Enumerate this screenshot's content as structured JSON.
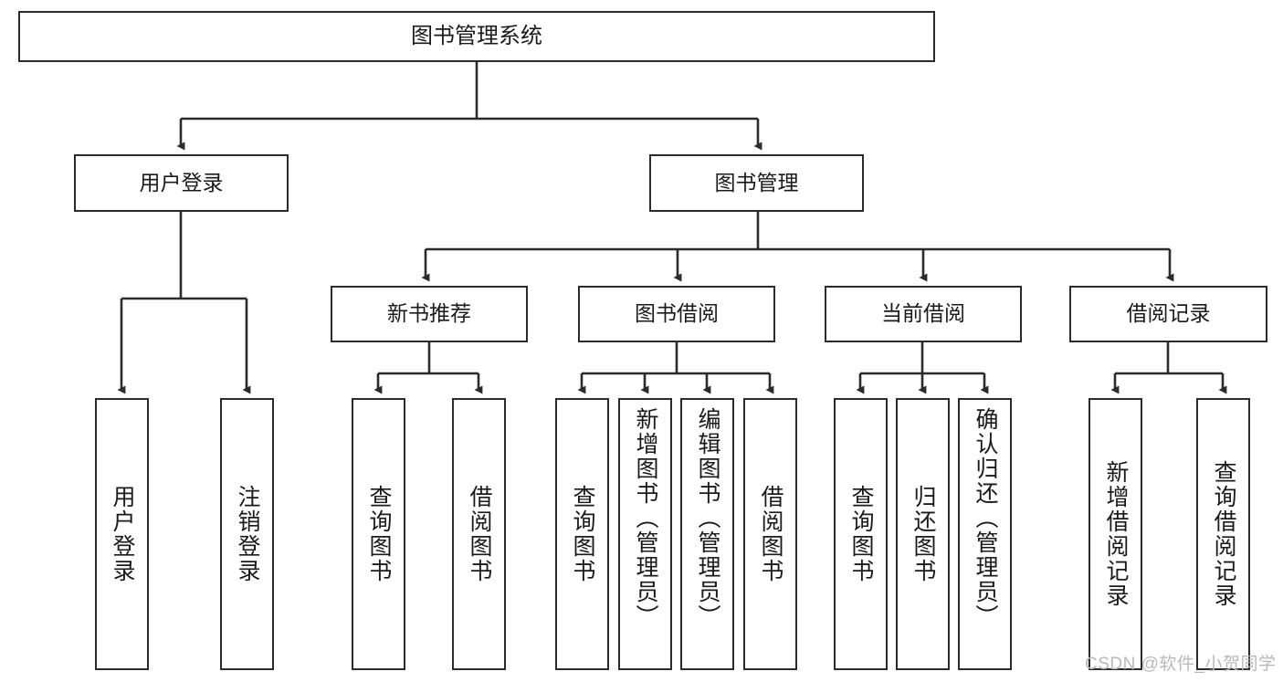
{
  "diagram": {
    "title": "图书管理系统",
    "type": "tree",
    "watermark": "CSDN @软件_小贺同学",
    "colors": {
      "box_border": "#2b2b2b",
      "connector": "#2b2b2b",
      "background": "#ffffff",
      "text": "#1a1a1a",
      "watermark": "#b9b9b9"
    },
    "nodes": {
      "root": {
        "label": "图书管理系统"
      },
      "level2": [
        {
          "label": "用户登录"
        },
        {
          "label": "图书管理"
        }
      ],
      "level3": [
        {
          "label": "新书推荐"
        },
        {
          "label": "图书借阅"
        },
        {
          "label": "当前借阅"
        },
        {
          "label": "借阅记录"
        }
      ],
      "leaves_user_login": [
        {
          "label": "用户登录"
        },
        {
          "label": "注销登录"
        }
      ],
      "leaves_new_book": [
        {
          "label": "查询图书"
        },
        {
          "label": "借阅图书"
        }
      ],
      "leaves_borrow": [
        {
          "label": "查询图书"
        },
        {
          "label": "新增图书（管理员）"
        },
        {
          "label": "编辑图书（管理员）"
        },
        {
          "label": "借阅图书"
        }
      ],
      "leaves_current": [
        {
          "label": "查询图书"
        },
        {
          "label": "归还图书"
        },
        {
          "label": "确认归还（管理员）"
        }
      ],
      "leaves_records": [
        {
          "label": "新增借阅记录"
        },
        {
          "label": "查询借阅记录"
        }
      ]
    }
  }
}
